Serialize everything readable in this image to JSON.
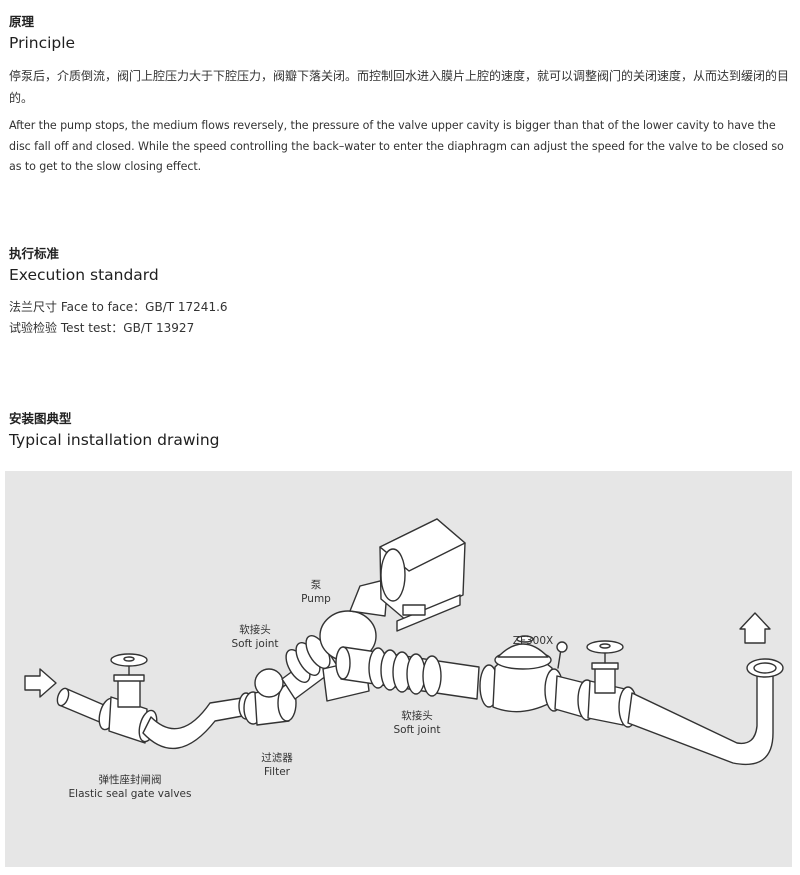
{
  "principle": {
    "title_cn": "原理",
    "title_en": "Principle",
    "body_cn": "停泵后，介质倒流，阀门上腔压力大于下腔压力，阀瓣下落关闭。而控制回水进入膜片上腔的速度，就可以调整阀门的关闭速度，从而达到缓闭的目的。",
    "body_en": "After the pump stops, the medium flows reversely, the pressure of the valve upper cavity is bigger than that of the lower cavity to have the disc fall off and closed. While the speed controlling the back–water to enter the diaphragm can adjust the speed for the valve to be closed so as to get to the slow closing effect."
  },
  "standard": {
    "title_cn": "执行标准",
    "title_en": "Execution standard",
    "face_to_face": "法兰尺寸 Face to face：GB/T 17241.6",
    "test": "试验检验 Test test：GB/T 13927"
  },
  "install": {
    "title_cn": "安装图典型",
    "title_en": "Typical installation drawing"
  },
  "drawing": {
    "pump_cn": "泵",
    "pump_en": "Pump",
    "soft_joint_1_cn": "软接头",
    "soft_joint_1_en": "Soft joint",
    "soft_joint_2_cn": "软接头",
    "soft_joint_2_en": "Soft joint",
    "model": "ZF300X",
    "filter_cn": "过滤器",
    "filter_en": "Filter",
    "gate_valves_cn": "弹性座封闸阀",
    "gate_valves_en": "Elastic seal gate valves",
    "colors": {
      "background": "#e6e6e6",
      "pipe_fill": "#ffffff",
      "outline": "#333333"
    }
  }
}
